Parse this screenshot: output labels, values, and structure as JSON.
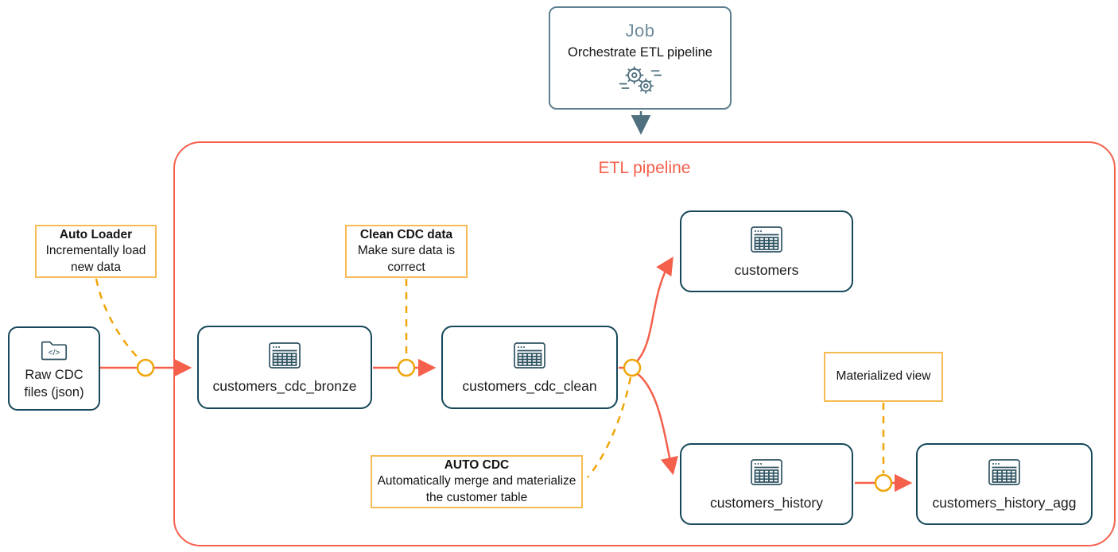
{
  "job": {
    "title": "Job",
    "subtitle": "Orchestrate ETL pipeline"
  },
  "pipeline": {
    "title": "ETL pipeline"
  },
  "source": {
    "label": "Raw CDC files (json)"
  },
  "tables": [
    {
      "id": "customers_cdc_bronze",
      "label": "customers_cdc_bronze"
    },
    {
      "id": "customers_cdc_clean",
      "label": "customers_cdc_clean"
    },
    {
      "id": "customers",
      "label": "customers"
    },
    {
      "id": "customers_history",
      "label": "customers_history"
    },
    {
      "id": "customers_history_agg",
      "label": "customers_history_agg"
    }
  ],
  "annotations": {
    "auto_loader": {
      "title": "Auto Loader",
      "body": "Incrementally load new data"
    },
    "clean_cdc": {
      "title": "Clean CDC data",
      "body": "Make sure data is correct"
    },
    "auto_cdc": {
      "title": "AUTO CDC",
      "body": "Automatically merge and materialize the customer table"
    },
    "materialized_view": {
      "label": "Materialized view"
    }
  },
  "icons": {
    "job": "gears-icon",
    "source": "folder-code-icon",
    "table": "table-grid-icon",
    "code_glyph": "</>"
  },
  "colors": {
    "pipeline_accent": "#F4604C",
    "node_border": "#16485A",
    "annotation_border": "#F6BB55",
    "connector_amber": "#F0A50A",
    "job_accent": "#5E8090"
  }
}
